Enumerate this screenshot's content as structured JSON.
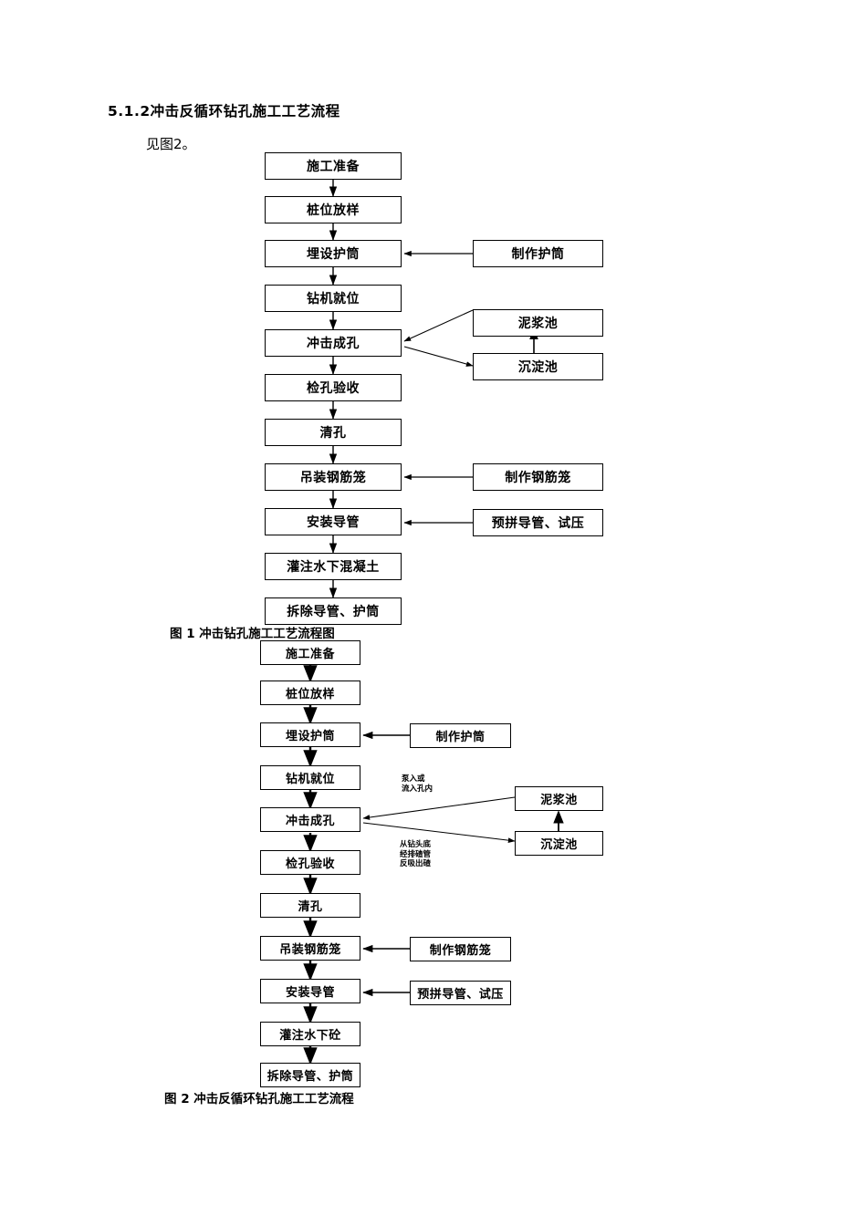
{
  "document": {
    "heading": "5.1.2冲击反循环钻孔施工工艺流程",
    "subline": "见图2。"
  },
  "figure1": {
    "caption": "图 1 冲击钻孔施工工艺流程图",
    "main_steps": [
      {
        "label": "施工准备"
      },
      {
        "label": "桩位放样"
      },
      {
        "label": "埋设护筒"
      },
      {
        "label": "钻机就位"
      },
      {
        "label": "冲击成孔"
      },
      {
        "label": "检孔验收"
      },
      {
        "label": "清孔"
      },
      {
        "label": "吊装钢筋笼"
      },
      {
        "label": "安装导管"
      },
      {
        "label": "灌注水下混凝土"
      },
      {
        "label": "拆除导管、护筒"
      }
    ],
    "side_steps": [
      {
        "label": "制作护筒"
      },
      {
        "label": "泥浆池"
      },
      {
        "label": "沉淀池"
      },
      {
        "label": "制作钢筋笼"
      },
      {
        "label": "预拼导管、试压"
      }
    ]
  },
  "figure2": {
    "caption": "图 2 冲击反循环钻孔施工工艺流程",
    "main_steps": [
      {
        "label": "施工准备"
      },
      {
        "label": "桩位放样"
      },
      {
        "label": "埋设护筒"
      },
      {
        "label": "钻机就位"
      },
      {
        "label": "冲击成孔"
      },
      {
        "label": "检孔验收"
      },
      {
        "label": "清孔"
      },
      {
        "label": "吊装钢筋笼"
      },
      {
        "label": "安装导管"
      },
      {
        "label": "灌注水下砼"
      },
      {
        "label": "拆除导管、护筒"
      }
    ],
    "side_steps": [
      {
        "label": "制作护筒"
      },
      {
        "label": "泥浆池"
      },
      {
        "label": "沉淀池"
      },
      {
        "label": "制作钢筋笼"
      },
      {
        "label": "预拼导管、试压"
      }
    ],
    "annotations": {
      "inflow": "泵入或\n流入孔内",
      "inflow_line1": "泵入或",
      "inflow_line2": "流入孔内",
      "outflow_line1": "从钻头底",
      "outflow_line2": "经排碴管",
      "outflow_line3": "反吸出碴"
    }
  },
  "colors": {
    "ink": "#000000",
    "paper": "#ffffff"
  }
}
